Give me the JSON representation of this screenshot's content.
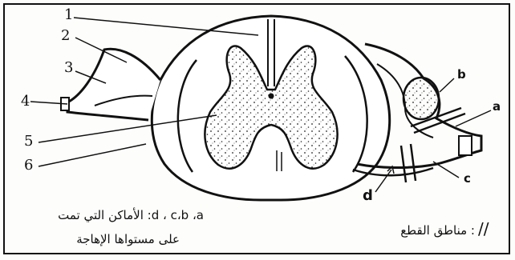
{
  "labels": {
    "n1": "1",
    "n2": "2",
    "n3": "3",
    "n4": "4",
    "n5": "5",
    "n6": "6",
    "a": "a",
    "b": "b",
    "c": "c",
    "d": "d"
  },
  "caption_line1": "d ، c،b ،a: الأماكن التي تمت",
  "caption_line2": "على مستواها الإهاجة",
  "legend_symbol": "//",
  "legend_text": ": مناطق القطع"
}
